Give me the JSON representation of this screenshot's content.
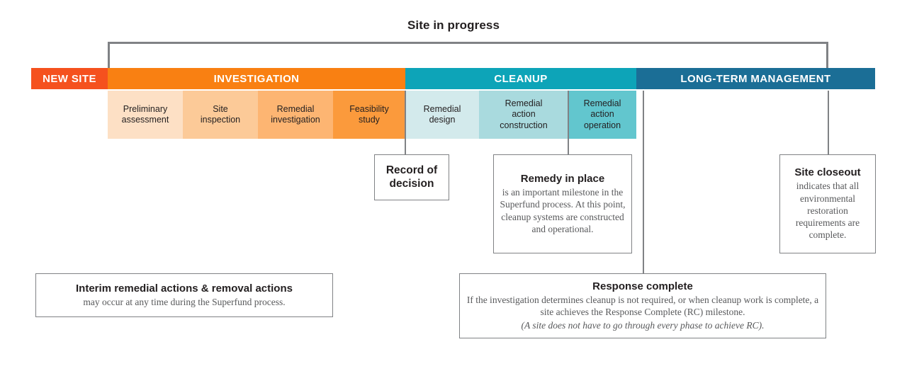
{
  "diagram": {
    "title": "Site in progress"
  },
  "phases": [
    {
      "label": "NEW SITE",
      "color": "#F5511E"
    },
    {
      "label": "INVESTIGATION",
      "color": "#F98012"
    },
    {
      "label": "CLEANUP",
      "color": "#0DA4B8"
    },
    {
      "label": "LONG-TERM MANAGEMENT",
      "color": "#1B6E96"
    }
  ],
  "subphases": [
    {
      "line1": "Preliminary",
      "line2": "assessment",
      "color": "#FDE0C5"
    },
    {
      "line1": "Site",
      "line2": "inspection",
      "color": "#FCCA98"
    },
    {
      "line1": "Remedial",
      "line2": "investigation",
      "color": "#FDB572"
    },
    {
      "line1": "Feasibility",
      "line2": "study",
      "color": "#FB9A3C"
    },
    {
      "line1": "Remedial",
      "line2": "design",
      "color": "#D3EAEC"
    },
    {
      "line1": "Remedial",
      "line2": "action",
      "line3": "construction",
      "color": "#A9DADE"
    },
    {
      "line1": "Remedial",
      "line2": "action",
      "line3": "operation",
      "color": "#62C6CE"
    }
  ],
  "callouts": {
    "record_of_decision": {
      "head_line1": "Record of",
      "head_line2": "decision"
    },
    "remedy_in_place": {
      "head": "Remedy in place",
      "body": "is an important milestone in the Superfund process. At this point, cleanup systems are constructed and operational."
    },
    "site_closeout": {
      "head": "Site closeout",
      "body": "indicates that all environmental restoration requirements are complete."
    },
    "interim_actions": {
      "head": "Interim remedial actions & removal actions",
      "body": "may occur at any time during the Superfund process."
    },
    "response_complete": {
      "head": "Response complete",
      "body": "If the investigation determines cleanup is not required, or when cleanup work is complete, a site achieves the Response Complete (RC) milestone.",
      "note": "(A site does not have to go through every phase to achieve RC)."
    }
  },
  "colors": {
    "line": "#808285",
    "text": "#231f20",
    "body_text": "#58595b"
  }
}
